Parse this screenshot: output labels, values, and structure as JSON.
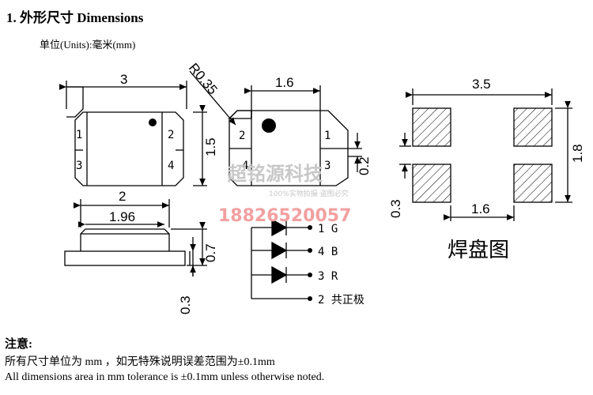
{
  "heading": "1.  外形尺寸 Dimensions",
  "units": "单位(Units):毫米(mm)",
  "dims": {
    "top_width": "3",
    "top_height": "1.5",
    "radius": "R0.35",
    "right_width": "1.6",
    "right_notch": "0.2",
    "side_width": "2",
    "side_inner_width": "1.96",
    "side_height": "0.7",
    "side_base": "0.3",
    "pad_span": "3.5",
    "pad_height": "1.8",
    "pad_gap": "1.6",
    "pad_small": "0.3"
  },
  "pins_left": {
    "p1": "1",
    "p2": "2",
    "p3": "3",
    "p4": "4"
  },
  "pins_right": {
    "p1": "1",
    "p2": "2",
    "p3": "3",
    "p4": "4"
  },
  "circuit": {
    "row1": "1  G",
    "row2": "4  B",
    "row3": "3  R",
    "row4": "2 共正极"
  },
  "watermark": {
    "company": "超铭源科技",
    "slogan": "100%实物拍摄  盗图必究",
    "phone": "18826520057"
  },
  "pad_label": "焊盘图",
  "notes": {
    "title": "注意:",
    "cn": "所有尺寸单位为 mm ，如无特殊说明误差范围为±0.1mm",
    "en": "All dimensions area in mm tolerance is ±0.1mm unless otherwise noted."
  },
  "colors": {
    "line": "#000000",
    "watermark_text": "#c8c8c8",
    "phone_red": "#f2a0a0"
  }
}
